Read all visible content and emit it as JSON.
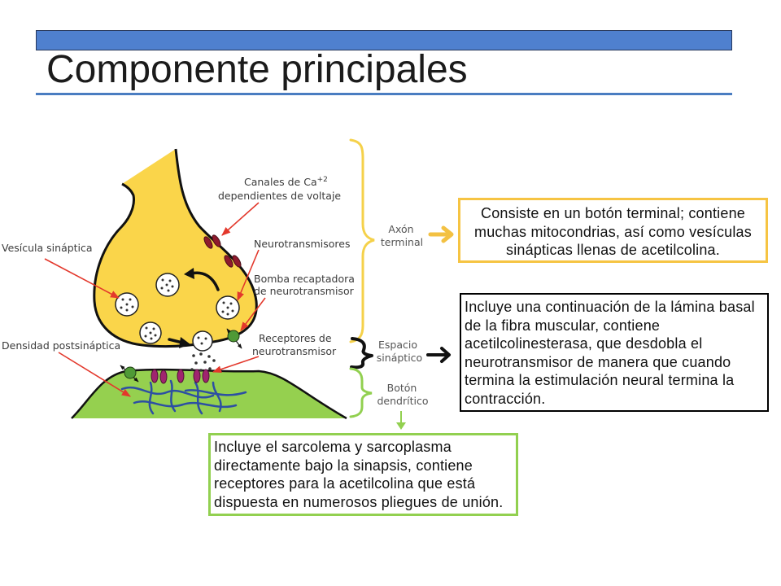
{
  "slide": {
    "title": "Componente principales"
  },
  "colors": {
    "top_bar": "#4f80cf",
    "title_rule": "#4a7dc1",
    "axon": "#fad54a",
    "dendrite": "#95d04f",
    "axon_box_border": "#f6c443",
    "space_box_border": "#000000",
    "dendrite_box_border": "#92d050",
    "pointer_arrows": "#e3382c"
  },
  "diagram": {
    "labels": {
      "ca_channels_line1": "Canales de Ca",
      "ca_superscript": "+2",
      "ca_channels_line2": "dependientes de voltaje",
      "neurotransmitters": "Neurotransmisores",
      "reuptake_pump_line1": "Bomba recaptadora",
      "reuptake_pump_line2": "de neurotransmisor",
      "synaptic_vesicle": "Vesícula sináptica",
      "receptors_line1": "Receptores de",
      "receptors_line2": "neurotransmisor",
      "postsynaptic_density": "Densidad postsináptica"
    },
    "regions": [
      {
        "line1": "Axón",
        "line2": "terminal"
      },
      {
        "line1": "Espacio",
        "line2": "sináptico"
      },
      {
        "line1": "Botón",
        "line2": "dendrítico"
      }
    ]
  },
  "boxes": {
    "axon_terminal": {
      "lines": [
        "Consiste en un botón terminal; contiene",
        "muchas mitocondrias, así como vesículas",
        "sinápticas llenas de acetilcolina."
      ]
    },
    "synaptic_space": {
      "lines": [
        "Incluye una continuación de la lámina basal",
        "de la fibra muscular, contiene",
        "acetilcolinesterasa, que desdobla el",
        "neurotransmisor de manera que cuando",
        "termina la estimulación neural termina la",
        "contracción."
      ]
    },
    "dendritic_button": {
      "lines": [
        "Incluye el sarcolema y sarcoplasma",
        "directamente bajo la sinapsis, contiene",
        "receptores para la acetilcolina que está",
        "dispuesta en numerosos pliegues de unión."
      ]
    }
  }
}
